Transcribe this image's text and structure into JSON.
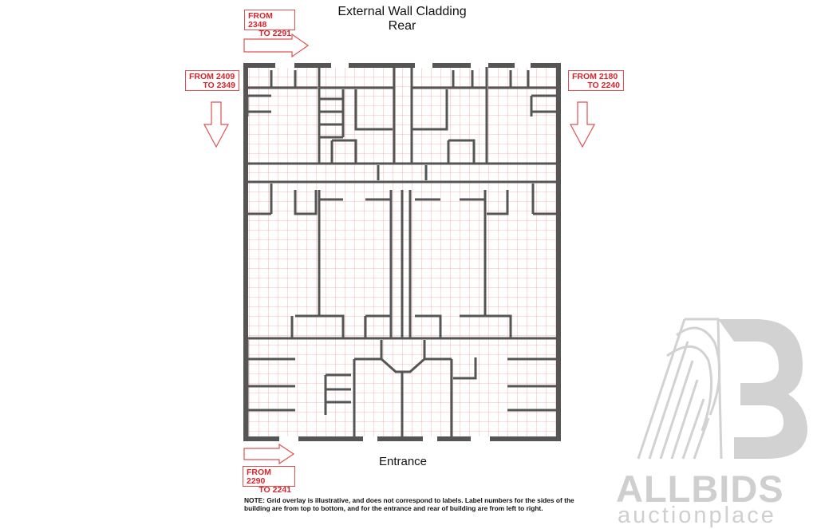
{
  "title": {
    "line1": "External Wall Cladding",
    "line2": "Rear"
  },
  "entrance_label": "Entrance",
  "side_labels": {
    "rear": {
      "from": "FROM 2348",
      "to": "TO 2291"
    },
    "left": {
      "from": "FROM 2409",
      "to": "TO 2349"
    },
    "right": {
      "from": "FROM 2180",
      "to": "TO 2240"
    },
    "entrance": {
      "from": "FROM 2290",
      "to": "TO 2241"
    }
  },
  "note": "NOTE: Grid overlay is illustrative, and does not correspond to labels. Label numbers for the sides of the building are from top to bottom, and for the entrance and rear of building are from left to right.",
  "watermark": {
    "brand": "ALLBIDS",
    "tagline": "auctionplace"
  },
  "colors": {
    "label_red": "#d8262c",
    "grid_red": "#f2a3a3",
    "wall": "#555555",
    "watermark": "#cfcfcf"
  }
}
